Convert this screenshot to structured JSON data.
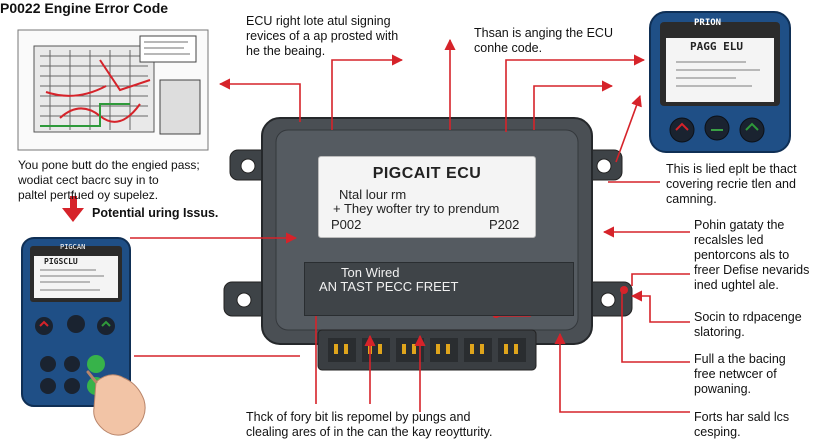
{
  "title": "P0022 Engine Error Code",
  "callouts": {
    "top_center": "ECU right lote atul signing\nrevices of a ap prosted with\nhe the beaing.",
    "top_right": "Thsan is anging the ECU\nconhe code.",
    "left_mid": "You pone butt do the engied pass;\nwodiat cect bacrc suy in to\npaltel pertfued oy supelez.",
    "potential_wiring": "Potential uring Issus.",
    "right_1": "This is lied eplt be thact\ncovering recrie tlen and\ncamning.",
    "right_2": "Pohin gataty the\nrecalsles led\npentorcons als to\nfreer Defise nevarids\nined ughtel ale.",
    "right_3": "Socin to rdpacenge\nslatoring.",
    "right_4": "Full a the bacing\nfree netwcer of\npowaning.",
    "right_5": "Forts har sald lcs\ncesping.",
    "bottom": "Thck of fory bit lis repomel by pungs and\nclealing ares of in the can the kay reoytturity."
  },
  "ecu": {
    "title": "PIGCAIT ECU",
    "line1": "Ntal lour rm",
    "line2": "+  They wofter try to prendum",
    "code_left": "P002",
    "code_right": "P202",
    "lower_line1": "Ton Wired",
    "lower_line2": "AN TAST PECC FREET"
  },
  "scanner_top": {
    "brand": "PRION",
    "screen_title": "PAGG ELU"
  },
  "scanner_left": {
    "brand": "PIGCAN",
    "screen_title": "PIGSCLU"
  },
  "colors": {
    "arrow": "#d6232a",
    "ecu_body": "#4a4f54",
    "scanner_body": "#1f4f86"
  }
}
